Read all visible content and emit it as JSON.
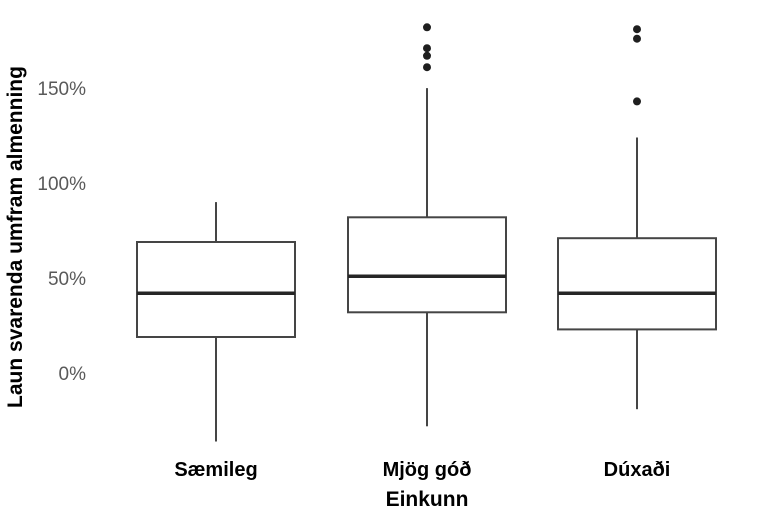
{
  "figure": {
    "background": "#ffffff"
  },
  "colors": {
    "box_stroke": "#454545",
    "box_fill": "#ffffff",
    "median_stroke": "#262626",
    "whisker_stroke": "#454545",
    "outlier_fill": "#1f1f1f",
    "tick_label": "#595959",
    "axis_title": "#000000"
  },
  "chart_data": {
    "type": "boxplot",
    "title": "",
    "xlabel": "Einkunn",
    "ylabel": "Laun svarenda umfram almenning",
    "categories": [
      "Sæmileg",
      "Mjög góð",
      "Dúxaði"
    ],
    "yticks": [
      0,
      50,
      100,
      150
    ],
    "ytick_labels": [
      "0%",
      "50%",
      "100%",
      "150%"
    ],
    "ylim": [
      -45,
      195
    ],
    "grid": false,
    "legend": "none",
    "unit": "percent",
    "series": [
      {
        "category": "Sæmileg",
        "whisker_low": -35,
        "q1": 20,
        "median": 43,
        "q3": 70,
        "whisker_high": 91,
        "outliers": []
      },
      {
        "category": "Mjög góð",
        "whisker_low": -27,
        "q1": 33,
        "median": 52,
        "q3": 83,
        "whisker_high": 151,
        "outliers": [
          162,
          168,
          172,
          183
        ]
      },
      {
        "category": "Dúxaði",
        "whisker_low": -18,
        "q1": 24,
        "median": 43,
        "q3": 72,
        "whisker_high": 125,
        "outliers": [
          144,
          177,
          182
        ]
      }
    ]
  }
}
